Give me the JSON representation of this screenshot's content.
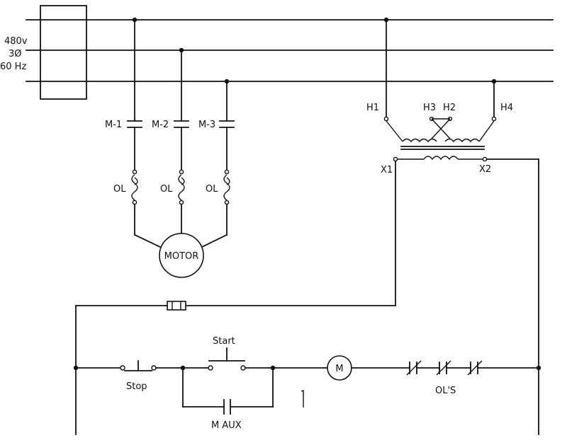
{
  "supply": {
    "voltage": "480v",
    "phase": "3Ø",
    "frequency": "60 Hz"
  },
  "contacts": {
    "m1": "M-1",
    "m2": "M-2",
    "m3": "M-3"
  },
  "overloads": {
    "ol1": "OL",
    "ol2": "OL",
    "ol3": "OL"
  },
  "motor": {
    "label": "MOTOR"
  },
  "transformer": {
    "h1": "H1",
    "h3": "H3",
    "h2": "H2",
    "h4": "H4",
    "x1": "X1",
    "x2": "X2"
  },
  "control": {
    "start": "Start",
    "stop": "Stop",
    "coil": "M",
    "ols": "OL'S",
    "aux": "M AUX"
  }
}
